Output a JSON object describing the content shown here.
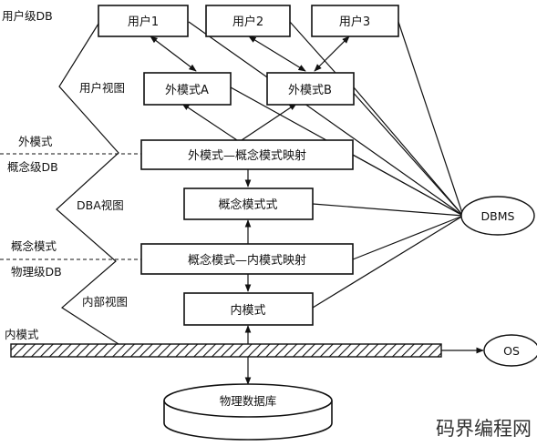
{
  "labels": {
    "user_db": "用户级DB",
    "user_view": "用户视图",
    "ext_schema": "外模式",
    "concept_db": "概念级DB",
    "dba_view": "DBA视图",
    "concept_schema": "概念模式",
    "physical_db": "物理级DB",
    "internal_view": "内部视图",
    "internal_schema": "内模式"
  },
  "boxes": {
    "user1": "用户1",
    "user2": "用户2",
    "user3": "用户3",
    "ext_a": "外模式A",
    "ext_b": "外模式B",
    "ext_concept_map": "外模式—概念模式映射",
    "concept": "概念模式式",
    "concept_internal_map": "概念模式—内模式映射",
    "internal": "内模式",
    "physical_db": "物理数据库"
  },
  "ellipses": {
    "dbms": "DBMS",
    "os": "OS"
  },
  "watermark": "码界编程网"
}
